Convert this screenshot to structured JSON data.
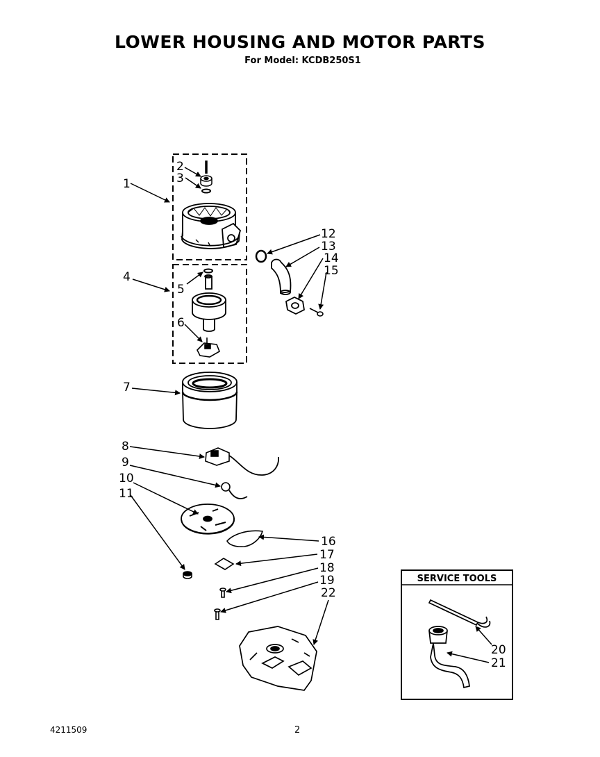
{
  "header": {
    "title": "LOWER HOUSING AND MOTOR PARTS",
    "subtitle": "For Model: KCDB250S1"
  },
  "callouts": [
    "1",
    "2",
    "3",
    "4",
    "5",
    "6",
    "7",
    "8",
    "9",
    "10",
    "11",
    "12",
    "13",
    "14",
    "15",
    "16",
    "17",
    "18",
    "19",
    "20",
    "21",
    "22"
  ],
  "service_tools": {
    "title": "SERVICE TOOLS"
  },
  "footer": {
    "doc_number": "4211509",
    "page_number": "2"
  }
}
